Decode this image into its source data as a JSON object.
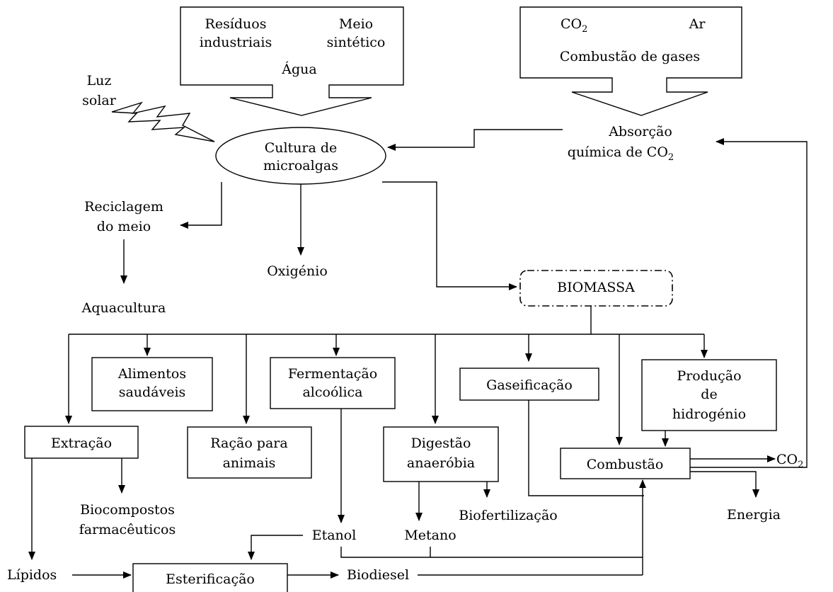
{
  "inputs_box": {
    "residuos": [
      "Resíduos",
      "industriais"
    ],
    "meio": [
      "Meio",
      "sintético"
    ],
    "agua": "Água"
  },
  "gases_box": {
    "co2": "CO",
    "co2_sub": "2",
    "ar": "Ar",
    "combustao": "Combustão de gases"
  },
  "luz_solar": [
    "Luz",
    "solar"
  ],
  "cultura": [
    "Cultura de",
    "microalgas"
  ],
  "absorcao": [
    "Absorção",
    "química de CO"
  ],
  "absorcao_sub": "2",
  "reciclagem": [
    "Reciclagem",
    "do meio"
  ],
  "oxigenio": "Oxigénio",
  "aquacultura": "Aquacultura",
  "biomassa": "BIOMASSA",
  "alimentos": [
    "Alimentos",
    "saudáveis"
  ],
  "fermentacao": [
    "Fermentação",
    "alcoólica"
  ],
  "gaseificacao": "Gaseificação",
  "producao": [
    "Produção",
    "de",
    "hidrogénio"
  ],
  "extracao": "Extração",
  "racao": [
    "Ração para",
    "animais"
  ],
  "digestao": [
    "Digestão",
    "anaeróbia"
  ],
  "combustao_box": "Combustão",
  "co2_out": "CO",
  "co2_out_sub": "2",
  "biocompostos": [
    "Biocompostos",
    "farmacêuticos"
  ],
  "biofertilizacao": "Biofertilização",
  "energia": "Energia",
  "etanol": "Etanol",
  "metano": "Metano",
  "lipidos": "Lípidos",
  "esterificacao": "Esterificação",
  "biodiesel": "Biodiesel"
}
